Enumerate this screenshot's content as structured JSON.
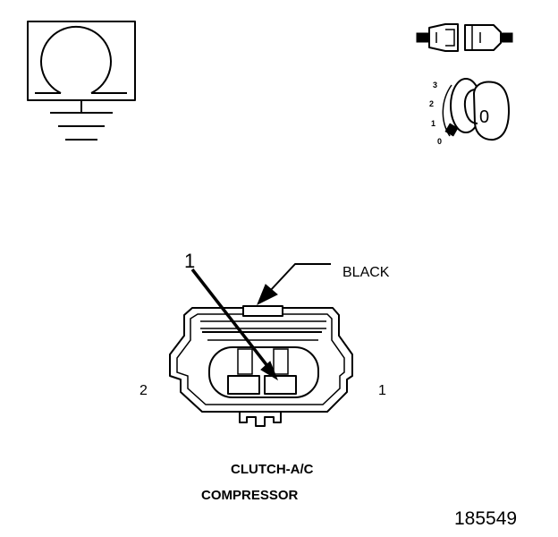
{
  "figure_number": "185549",
  "labels": {
    "callout_number": "1",
    "wire_color": "BLACK",
    "pin_left": "2",
    "pin_right": "1",
    "component_line1": "CLUTCH-A/C",
    "component_line2": "COMPRESSOR"
  },
  "ignition_positions": [
    "3",
    "2",
    "1",
    "0"
  ],
  "key_symbol": "0",
  "icons": {
    "meter": "ohmmeter-icon",
    "connector_test": "disconnected-connector-icon",
    "ignition": "ignition-switch-off-icon"
  }
}
